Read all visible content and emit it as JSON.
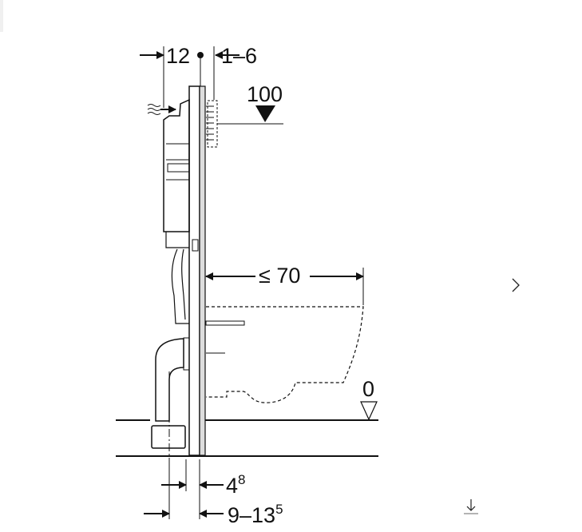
{
  "diagram": {
    "dim_top_left": "12",
    "dim_top_right": "1–6",
    "dim_height": "100",
    "dim_depth": "≤ 70",
    "floor_level": "0",
    "dim_bottom_1_base": "4",
    "dim_bottom_1_sup": "8",
    "dim_bottom_2_base": "9–13",
    "dim_bottom_2_sup": "5"
  },
  "controls": {
    "next_icon": "chevron-right-icon",
    "download_icon": "download-icon"
  }
}
